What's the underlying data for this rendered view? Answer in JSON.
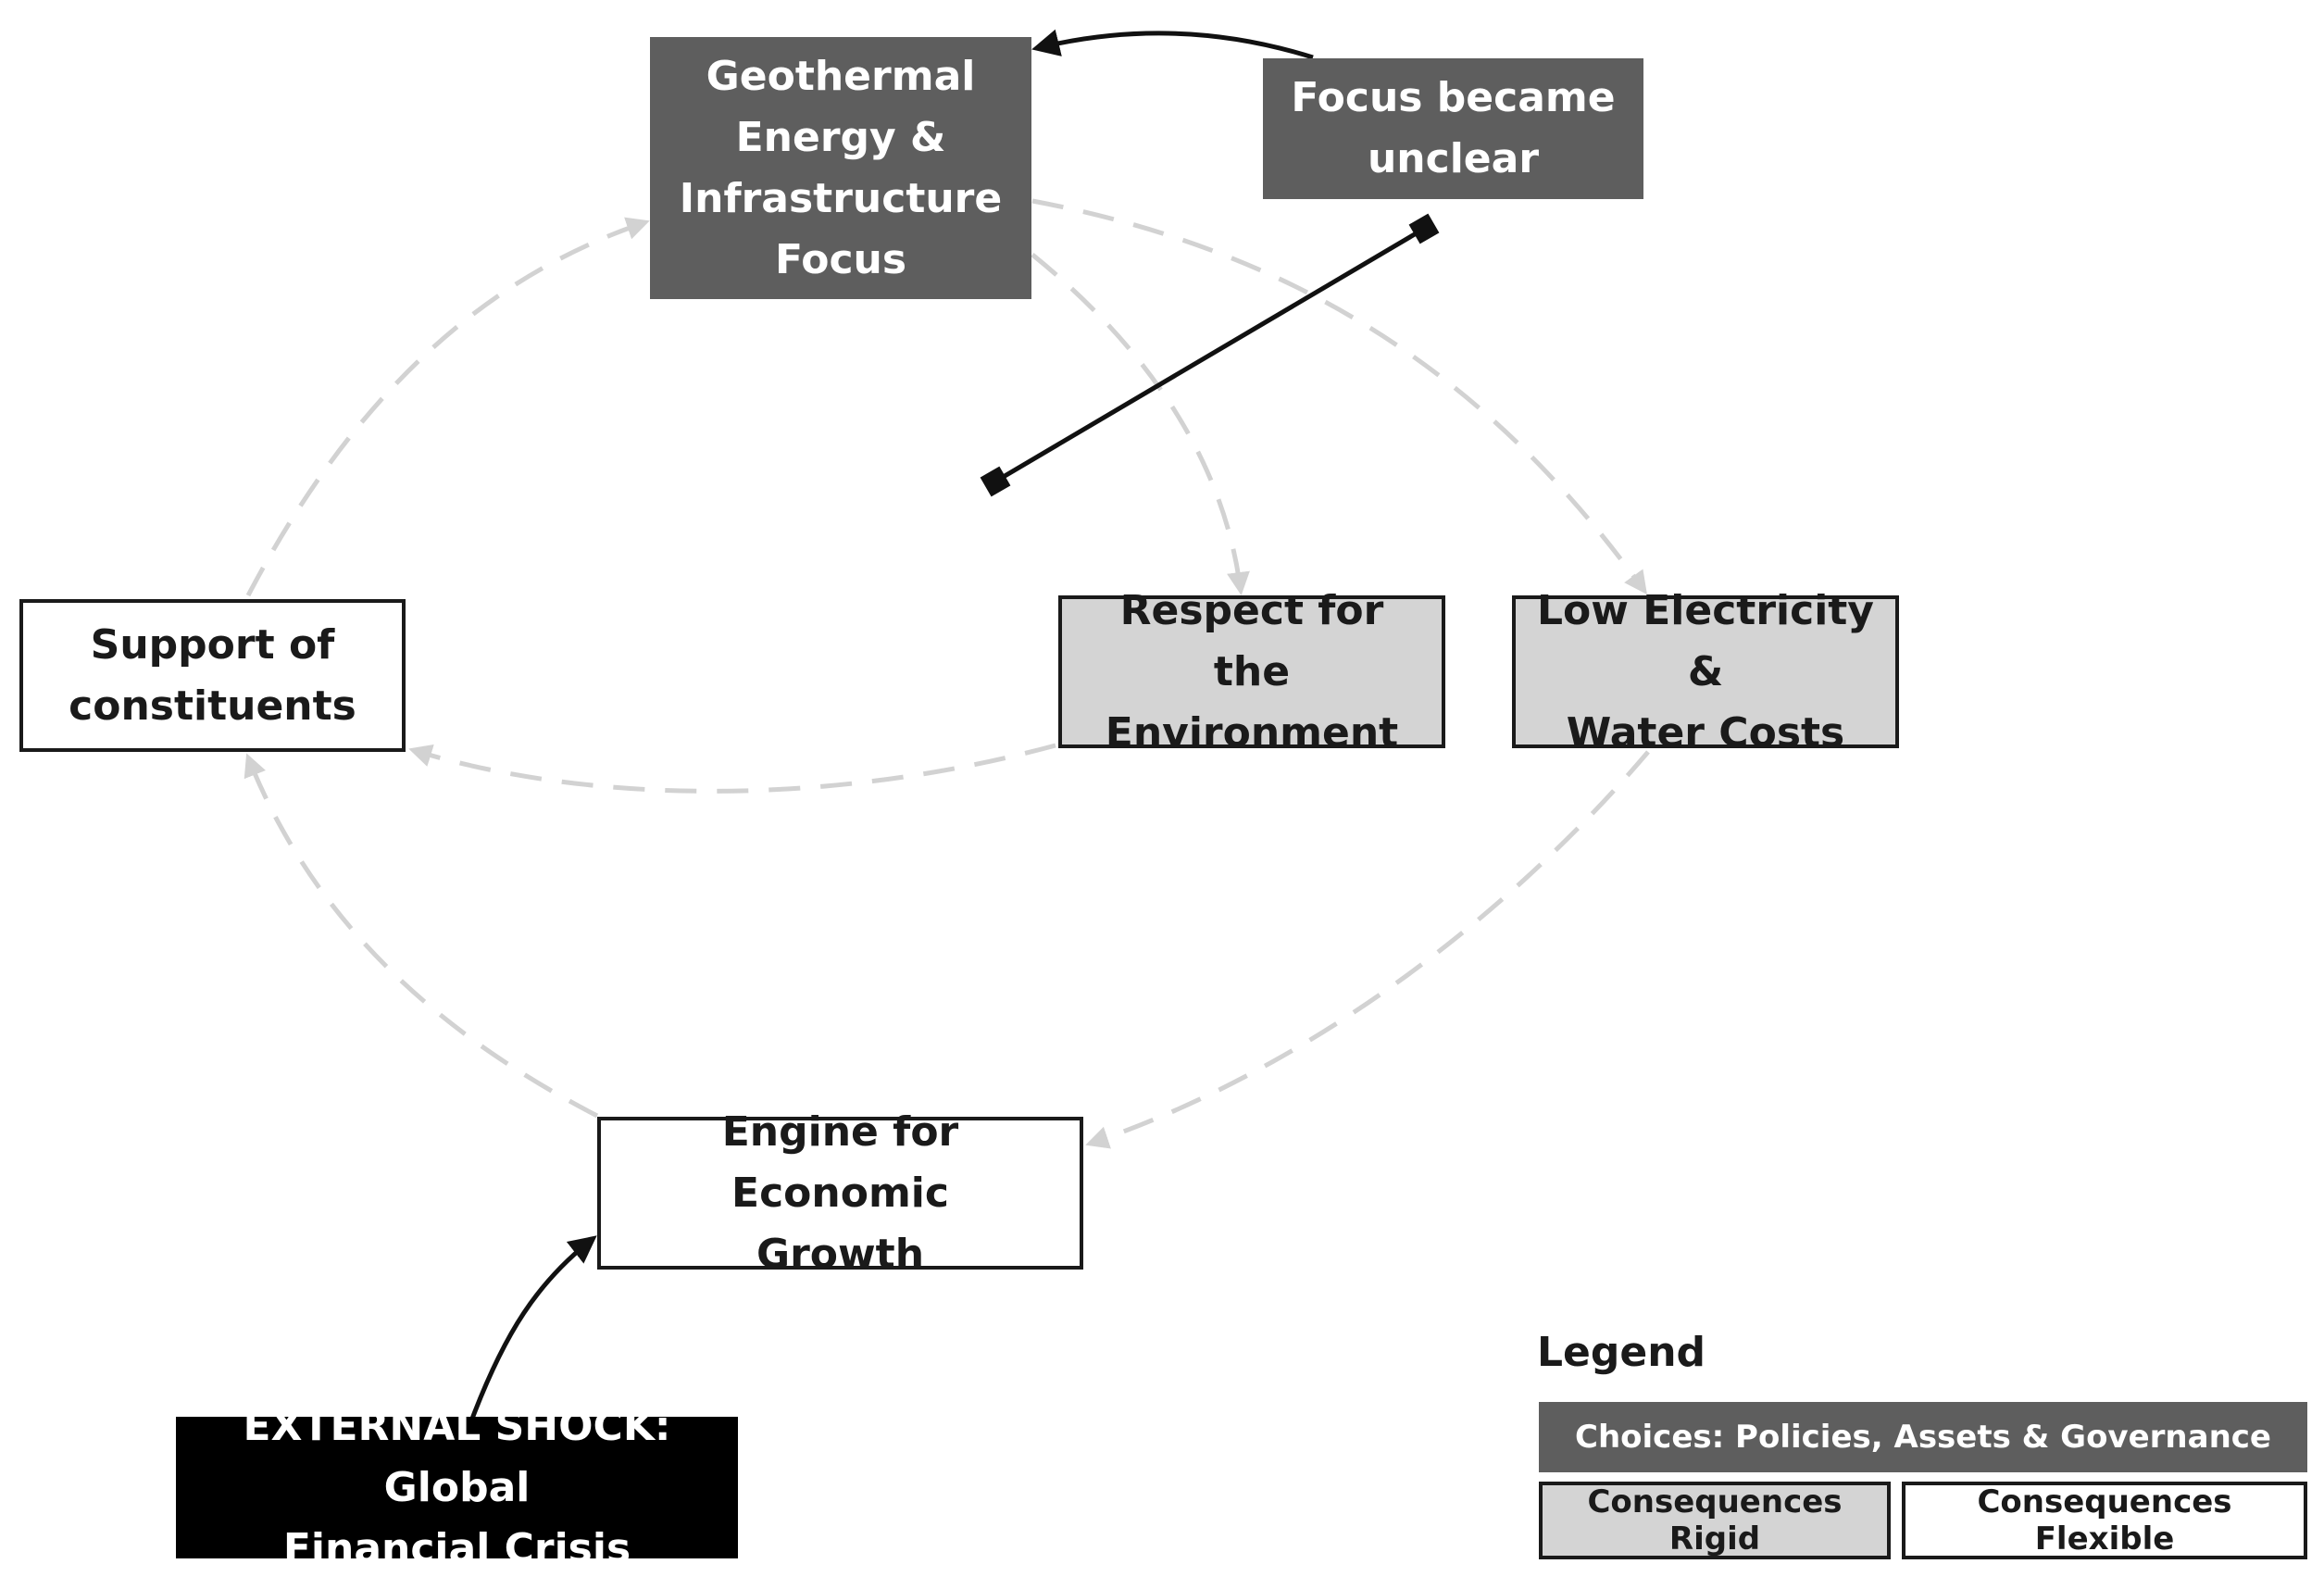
{
  "colors": {
    "choice": "#5e5e5e",
    "rigid": "#d4d4d4",
    "flexible": "#ffffff",
    "shock": "#000000",
    "dashed_link": "#d2d2d2",
    "solid_link": "#111111"
  },
  "nodes": {
    "geothermal": "Geothermal\nEnergy &\nInfrastructure\nFocus",
    "focus_unclear": "Focus became\nunclear",
    "support": "Support of\nconstituents",
    "respect": "Respect for the\nEnvironment",
    "low_costs": "Low Electricity &\nWater Costs",
    "engine": "Engine for Economic\nGrowth",
    "shock": "EXTERNAL SHOCK: Global\nFinancial Crisis"
  },
  "legend": {
    "title": "Legend",
    "choices": "Choices: Policies, Assets & Governance",
    "rigid": "Consequences Rigid",
    "flexible": "Consequences Flexible"
  }
}
